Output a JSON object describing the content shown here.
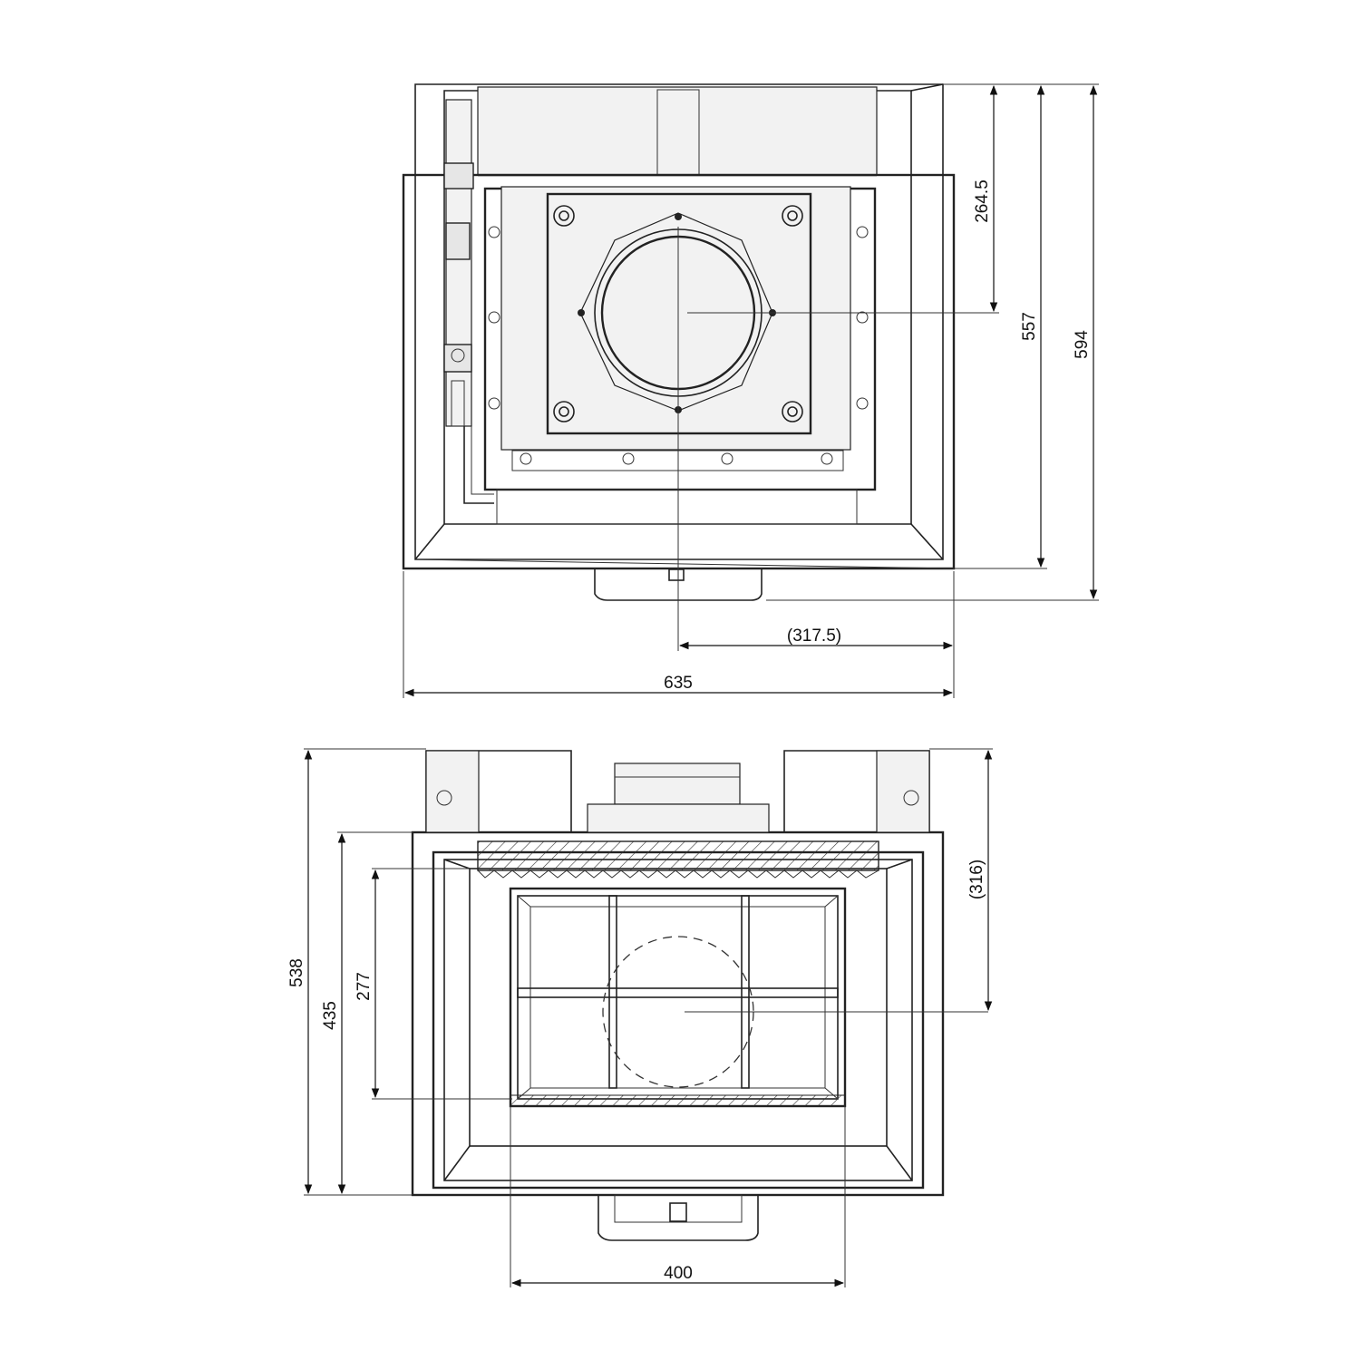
{
  "top_view": {
    "dimensions": {
      "width_overall": "635",
      "offset_center": "(317.5)",
      "height_to_center": "264.5",
      "height_body": "557",
      "height_overall": "594"
    }
  },
  "front_view": {
    "dimensions": {
      "height_overall": "538",
      "height_body": "435",
      "glass_height": "277",
      "glass_width": "400",
      "height_to_center": "(316)"
    }
  }
}
